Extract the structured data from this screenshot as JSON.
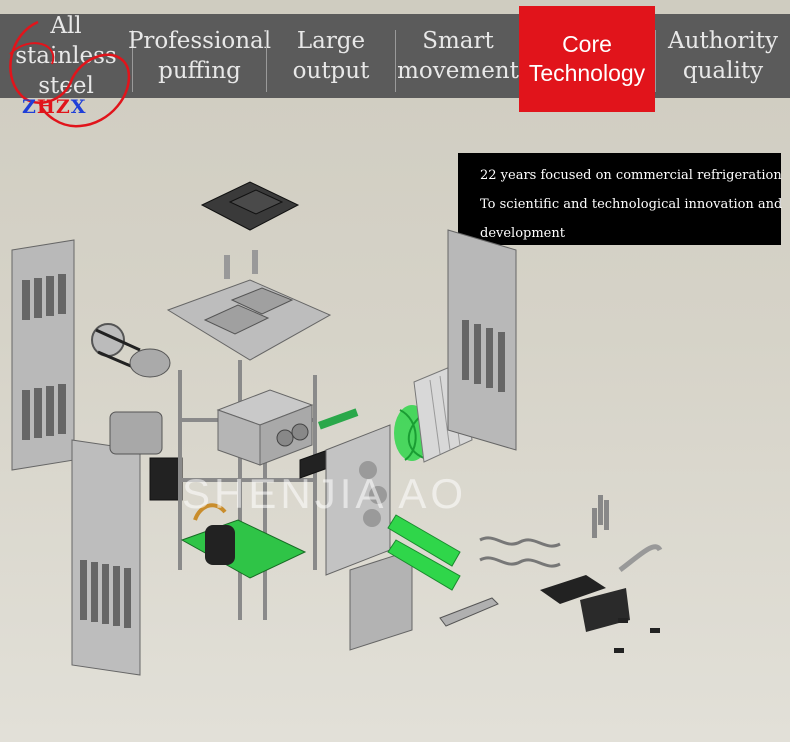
{
  "nav": {
    "tabs": [
      {
        "label_line1": "All stainless",
        "label_line2": "steel"
      },
      {
        "label_line1": "Professional",
        "label_line2": "puffing"
      },
      {
        "label_line1": "Large output",
        "label_line2": ""
      },
      {
        "label_line1": "Smart",
        "label_line2": "movement"
      },
      {
        "label_line1": "Core",
        "label_line2": "Technology"
      },
      {
        "label_line1": "Authority",
        "label_line2": "quality"
      }
    ],
    "active_index": 4
  },
  "logo": {
    "text": "ZHZX"
  },
  "info": {
    "line1": "22 years focused on commercial refrigeration",
    "line2": "To scientific and technological innovation and",
    "line3": "development"
  },
  "watermark": "SHENJIA AO",
  "colors": {
    "bar": "#5b5b5b",
    "active": "#e1141b",
    "accent_green": "#2fd64a"
  }
}
